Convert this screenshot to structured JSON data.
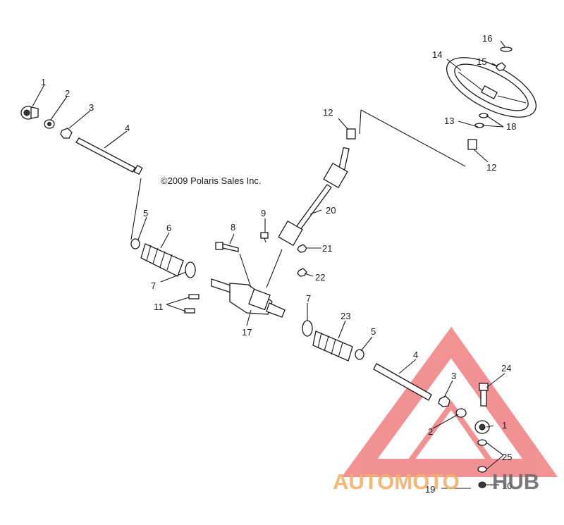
{
  "copyright": "©2009 Polaris Sales Inc.",
  "callouts": [
    {
      "id": "c1a",
      "label": "1"
    },
    {
      "id": "c2a",
      "label": "2"
    },
    {
      "id": "c3a",
      "label": "3"
    },
    {
      "id": "c4a",
      "label": "4"
    },
    {
      "id": "c5a",
      "label": "5"
    },
    {
      "id": "c6",
      "label": "6"
    },
    {
      "id": "c7a",
      "label": "7"
    },
    {
      "id": "c8",
      "label": "8"
    },
    {
      "id": "c9",
      "label": "9"
    },
    {
      "id": "c11",
      "label": "11"
    },
    {
      "id": "c12a",
      "label": "12"
    },
    {
      "id": "c12b",
      "label": "12"
    },
    {
      "id": "c13",
      "label": "13"
    },
    {
      "id": "c14",
      "label": "14"
    },
    {
      "id": "c15",
      "label": "15"
    },
    {
      "id": "c16",
      "label": "16"
    },
    {
      "id": "c17",
      "label": "17"
    },
    {
      "id": "c18",
      "label": "18"
    },
    {
      "id": "c20",
      "label": "20"
    },
    {
      "id": "c21",
      "label": "21"
    },
    {
      "id": "c22",
      "label": "22"
    },
    {
      "id": "c7b",
      "label": "7"
    },
    {
      "id": "c23",
      "label": "23"
    },
    {
      "id": "c5b",
      "label": "5"
    },
    {
      "id": "c4b",
      "label": "4"
    },
    {
      "id": "c3b",
      "label": "3"
    },
    {
      "id": "c24",
      "label": "24"
    },
    {
      "id": "c1b",
      "label": "1"
    },
    {
      "id": "c2b",
      "label": "2"
    },
    {
      "id": "c25",
      "label": "25"
    },
    {
      "id": "c19",
      "label": "19"
    },
    {
      "id": "c10",
      "label": "10"
    }
  ],
  "watermark": {
    "part1": "AUTOMOTO",
    "part2": "HUB",
    "color_main": "#e8393b",
    "color_text": "#f3b06a"
  }
}
